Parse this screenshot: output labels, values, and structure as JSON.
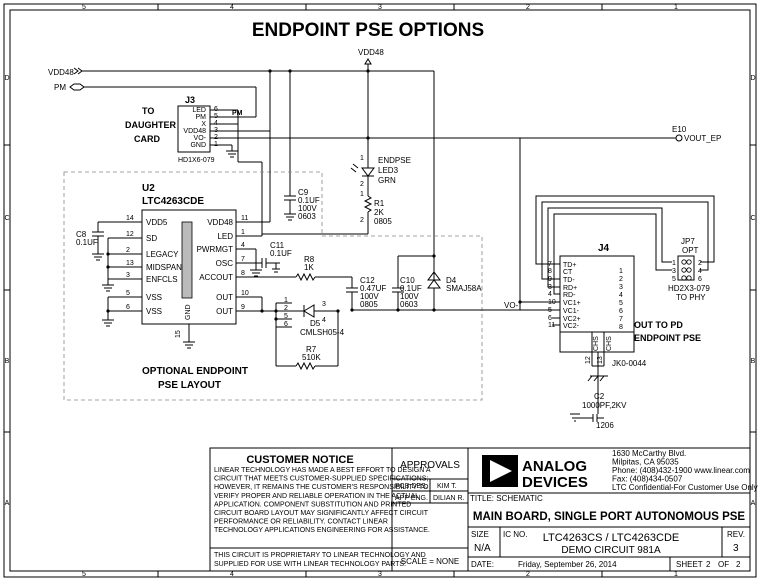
{
  "title": "ENDPOINT PSE OPTIONS",
  "border": {
    "top_cols": [
      "5",
      "4",
      "3",
      "2",
      "1"
    ],
    "bottom_cols": [
      "5",
      "4",
      "3",
      "2",
      "1"
    ],
    "rows": [
      "D",
      "C",
      "B",
      "A"
    ]
  },
  "nets": {
    "vdd48_in": "VDD48",
    "pm_in": "PM",
    "vdd48_top": "VDD48",
    "pm_wire": "PM",
    "vout_ep": "VOUT_EP",
    "e10": "E10",
    "vo_minus": "VO-"
  },
  "j3": {
    "ref": "J3",
    "part": "HD1X6-079",
    "note_line1": "TO",
    "note_line2": "DAUGHTER",
    "note_line3": "CARD",
    "pins": [
      {
        "name": "LED",
        "num": "6"
      },
      {
        "name": "PM",
        "num": "5"
      },
      {
        "name": "X",
        "num": "4"
      },
      {
        "name": "VDD48",
        "num": "3"
      },
      {
        "name": "VO-",
        "num": "2"
      },
      {
        "name": "GND",
        "num": "1"
      }
    ]
  },
  "u2": {
    "ref": "U2",
    "part": "LTC4263CDE",
    "left_pins": [
      {
        "name": "VDD5",
        "num": "14"
      },
      {
        "name": "SD",
        "num": "12"
      },
      {
        "name": "LEGACY",
        "num": "2"
      },
      {
        "name": "MIDSPAN",
        "num": "13"
      },
      {
        "name": "ENFCLS",
        "num": "3"
      },
      {
        "name": "VSS",
        "num": "5"
      },
      {
        "name": "VSS",
        "num": "6"
      }
    ],
    "right_pins": [
      {
        "name": "VDD48",
        "num": "11"
      },
      {
        "name": "LED",
        "num": "1"
      },
      {
        "name": "PWRMGT",
        "num": "4"
      },
      {
        "name": "OSC",
        "num": "7"
      },
      {
        "name": "ACCOUT",
        "num": "8"
      },
      {
        "name": "OUT",
        "num": "10"
      },
      {
        "name": "OUT",
        "num": "9"
      }
    ],
    "gnd_name": "GND",
    "gnd_num": "15"
  },
  "parts": {
    "led3": {
      "ref": "ENDPSE",
      "name": "LED3",
      "color": "GRN",
      "p1": "1",
      "p2": "2"
    },
    "r1": {
      "ref": "R1",
      "value": "2K",
      "pkg": "0805",
      "p1": "1",
      "p2": "2"
    },
    "c9": {
      "ref": "C9",
      "value": "0.1UF",
      "volt": "100V",
      "pkg": "0603"
    },
    "c8": {
      "ref": "C8",
      "value": "0.1UF"
    },
    "c11": {
      "ref": "C11",
      "value": "0.1UF"
    },
    "r8": {
      "ref": "R8",
      "value": "1K"
    },
    "c12": {
      "ref": "C12",
      "value": "0.47UF",
      "volt": "100V",
      "pkg": "0805"
    },
    "c10": {
      "ref": "C10",
      "value": "0.1UF",
      "volt": "100V",
      "pkg": "0603"
    },
    "d4": {
      "ref": "D4",
      "value": "SMAJ58A"
    },
    "d5": {
      "ref": "D5",
      "value": "CMLSH05-4",
      "pins": [
        "1",
        "2",
        "5",
        "6",
        "3",
        "4"
      ]
    },
    "r7": {
      "ref": "R7",
      "value": "510K"
    },
    "c2": {
      "ref": "C2",
      "value": "1000PF,2KV",
      "pkg": "1206"
    }
  },
  "j4": {
    "ref": "J4",
    "part": "JK0-0044",
    "left_pins": [
      {
        "name": "TD+",
        "num": "7"
      },
      {
        "name": "CT",
        "num": "8"
      },
      {
        "name": "TD-",
        "num": "9"
      },
      {
        "name": "RD+",
        "num": "3"
      },
      {
        "name": "RD-",
        "num": "4"
      },
      {
        "name": "VC1+",
        "num": "10"
      },
      {
        "name": "VC1-",
        "num": "5"
      },
      {
        "name": "VC2+",
        "num": "6"
      },
      {
        "name": "VC2-",
        "num": "11"
      }
    ],
    "right_nums": [
      "1",
      "2",
      "3",
      "4",
      "5",
      "6",
      "7",
      "8"
    ],
    "chs_label": "CHS",
    "chs_pins": [
      "12",
      "13"
    ],
    "note_line1": "OUT TO PD",
    "note_line2": "ENDPOINT PSE"
  },
  "jp7": {
    "ref": "JP7",
    "opt": "OPT",
    "part": "HD2X3-079",
    "note": "TO PHY",
    "pins_left": [
      "1",
      "3",
      "5"
    ],
    "pins_right": [
      "2",
      "4",
      "6"
    ]
  },
  "optional_box": {
    "line1": "OPTIONAL ENDPOINT",
    "line2": "PSE LAYOUT"
  },
  "title_block": {
    "notice_title": "CUSTOMER NOTICE",
    "notice_lines": [
      "LINEAR TECHNOLOGY HAS MADE A BEST EFFORT TO DESIGN A",
      "CIRCUIT THAT MEETS CUSTOMER-SUPPLIED SPECIFICATIONS;",
      "HOWEVER, IT REMAINS THE CUSTOMER'S RESPONSIBILITY TO",
      "VERIFY PROPER AND RELIABLE OPERATION IN THE ACTUAL",
      "APPLICATION.  COMPONENT SUBSTITUTION AND PRINTED",
      "CIRCUIT BOARD LAYOUT MAY SIGNIFICANTLY AFFECT CIRCUIT",
      "PERFORMANCE OR RELIABILITY.  CONTACT LINEAR",
      "TECHNOLOGY APPLICATIONS ENGINEERING FOR ASSISTANCE."
    ],
    "proprietary_line1": "THIS CIRCUIT IS PROPRIETARY TO LINEAR TECHNOLOGY AND",
    "proprietary_line2": "SUPPLIED FOR USE WITH LINEAR TECHNOLOGY PARTS.",
    "approvals": "APPROVALS",
    "pcb_des_label": "PCB DES.",
    "pcb_des_name": "KIM T.",
    "app_eng_label": "APP ENG.",
    "app_eng_name": "DILIAN R.",
    "scale": "SCALE = NONE",
    "logo_line1": "ANALOG",
    "logo_line2": "DEVICES",
    "address": [
      "1630 McCarthy Blvd.",
      "Milpitas, CA 95035",
      "Phone: (408)432-1900  www.linear.com",
      "Fax: (408)434-0507",
      "LTC Confidential-For Customer Use Only"
    ],
    "title_label": "TITLE: SCHEMATIC",
    "title_main": "MAIN BOARD, SINGLE PORT AUTONOMOUS PSE",
    "size_label": "SIZE",
    "size_value": "N/A",
    "icno_label": "IC NO.",
    "icno_line1": "LTC4263CS / LTC4263CDE",
    "icno_line2": "DEMO CIRCUIT 981A",
    "rev_label": "REV.",
    "rev_value": "3",
    "date_label": "DATE:",
    "date_value": "Friday, September 26, 2014",
    "sheet_label": "SHEET",
    "sheet_num": "2",
    "sheet_of": "OF",
    "sheet_total": "2"
  }
}
